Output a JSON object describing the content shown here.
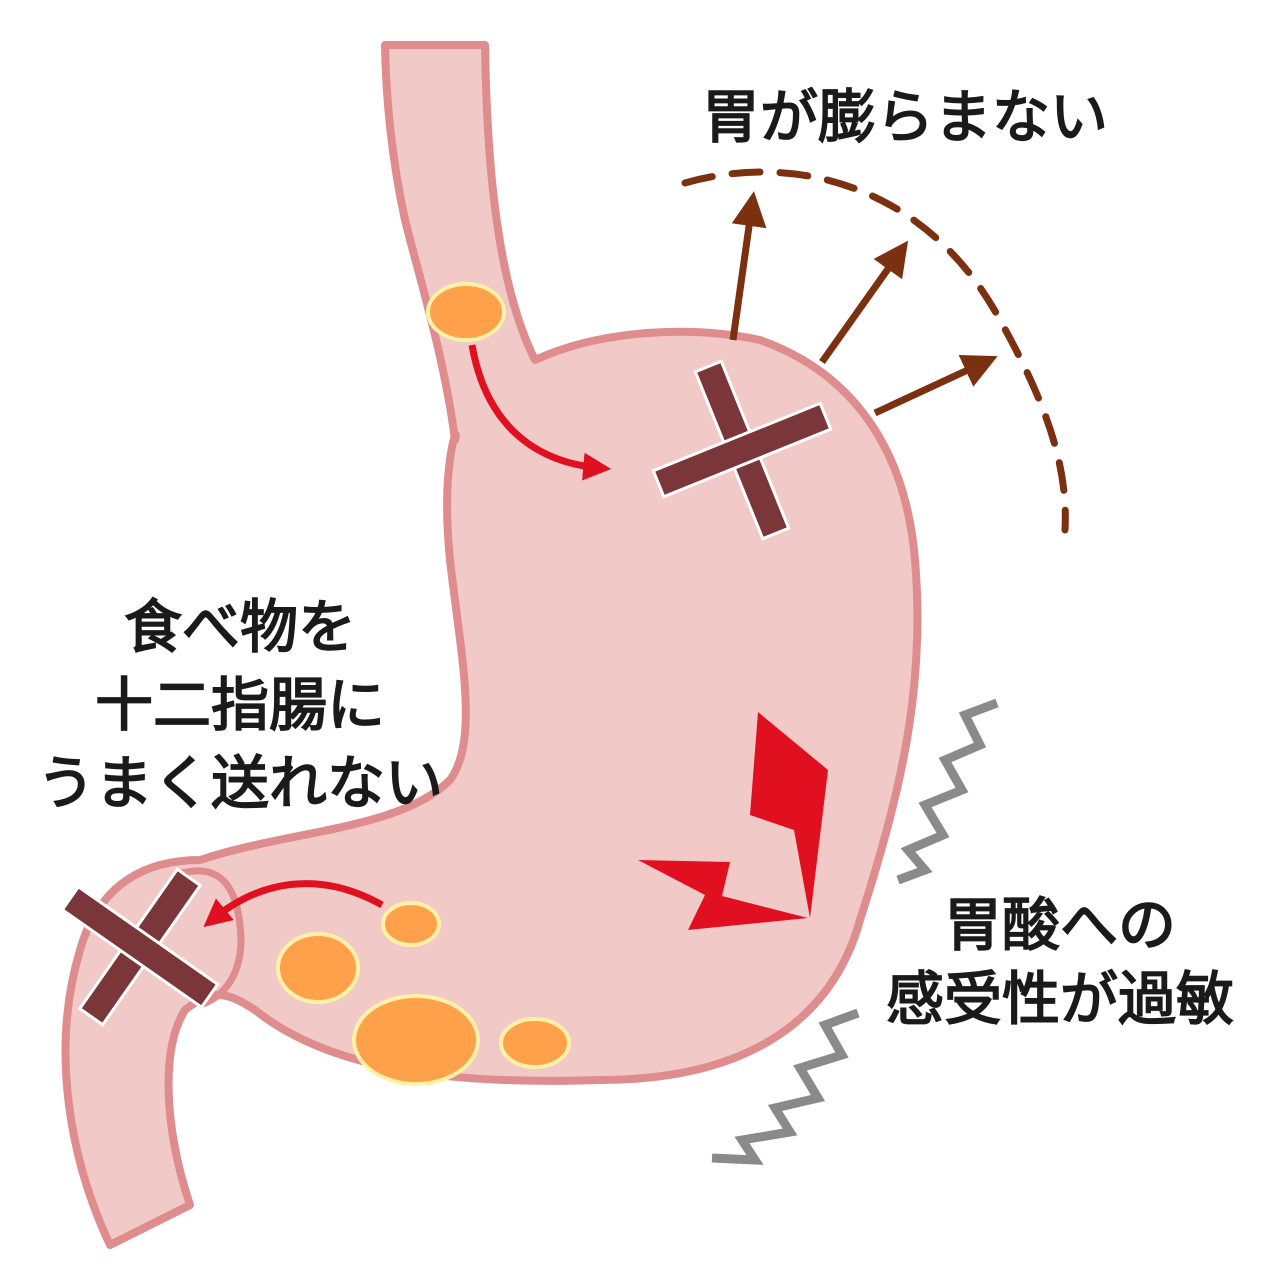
{
  "labels": {
    "top": "胃が膨らまない",
    "left": [
      "食べ物を",
      "十二指腸に",
      "うまく送れない"
    ],
    "right": [
      "胃酸への",
      "感受性が過敏"
    ]
  },
  "colors": {
    "stomach_fill": "#f1c9c7",
    "stomach_outline": "#de8c8e",
    "food": "#ffa04a",
    "food_outline": "#fff2a8",
    "red_arrow": "#e01020",
    "cross": "#7a3638",
    "expand_arrow": "#7b3010",
    "zigzag": "#8a8a8a",
    "text": "#1a1a1a"
  }
}
